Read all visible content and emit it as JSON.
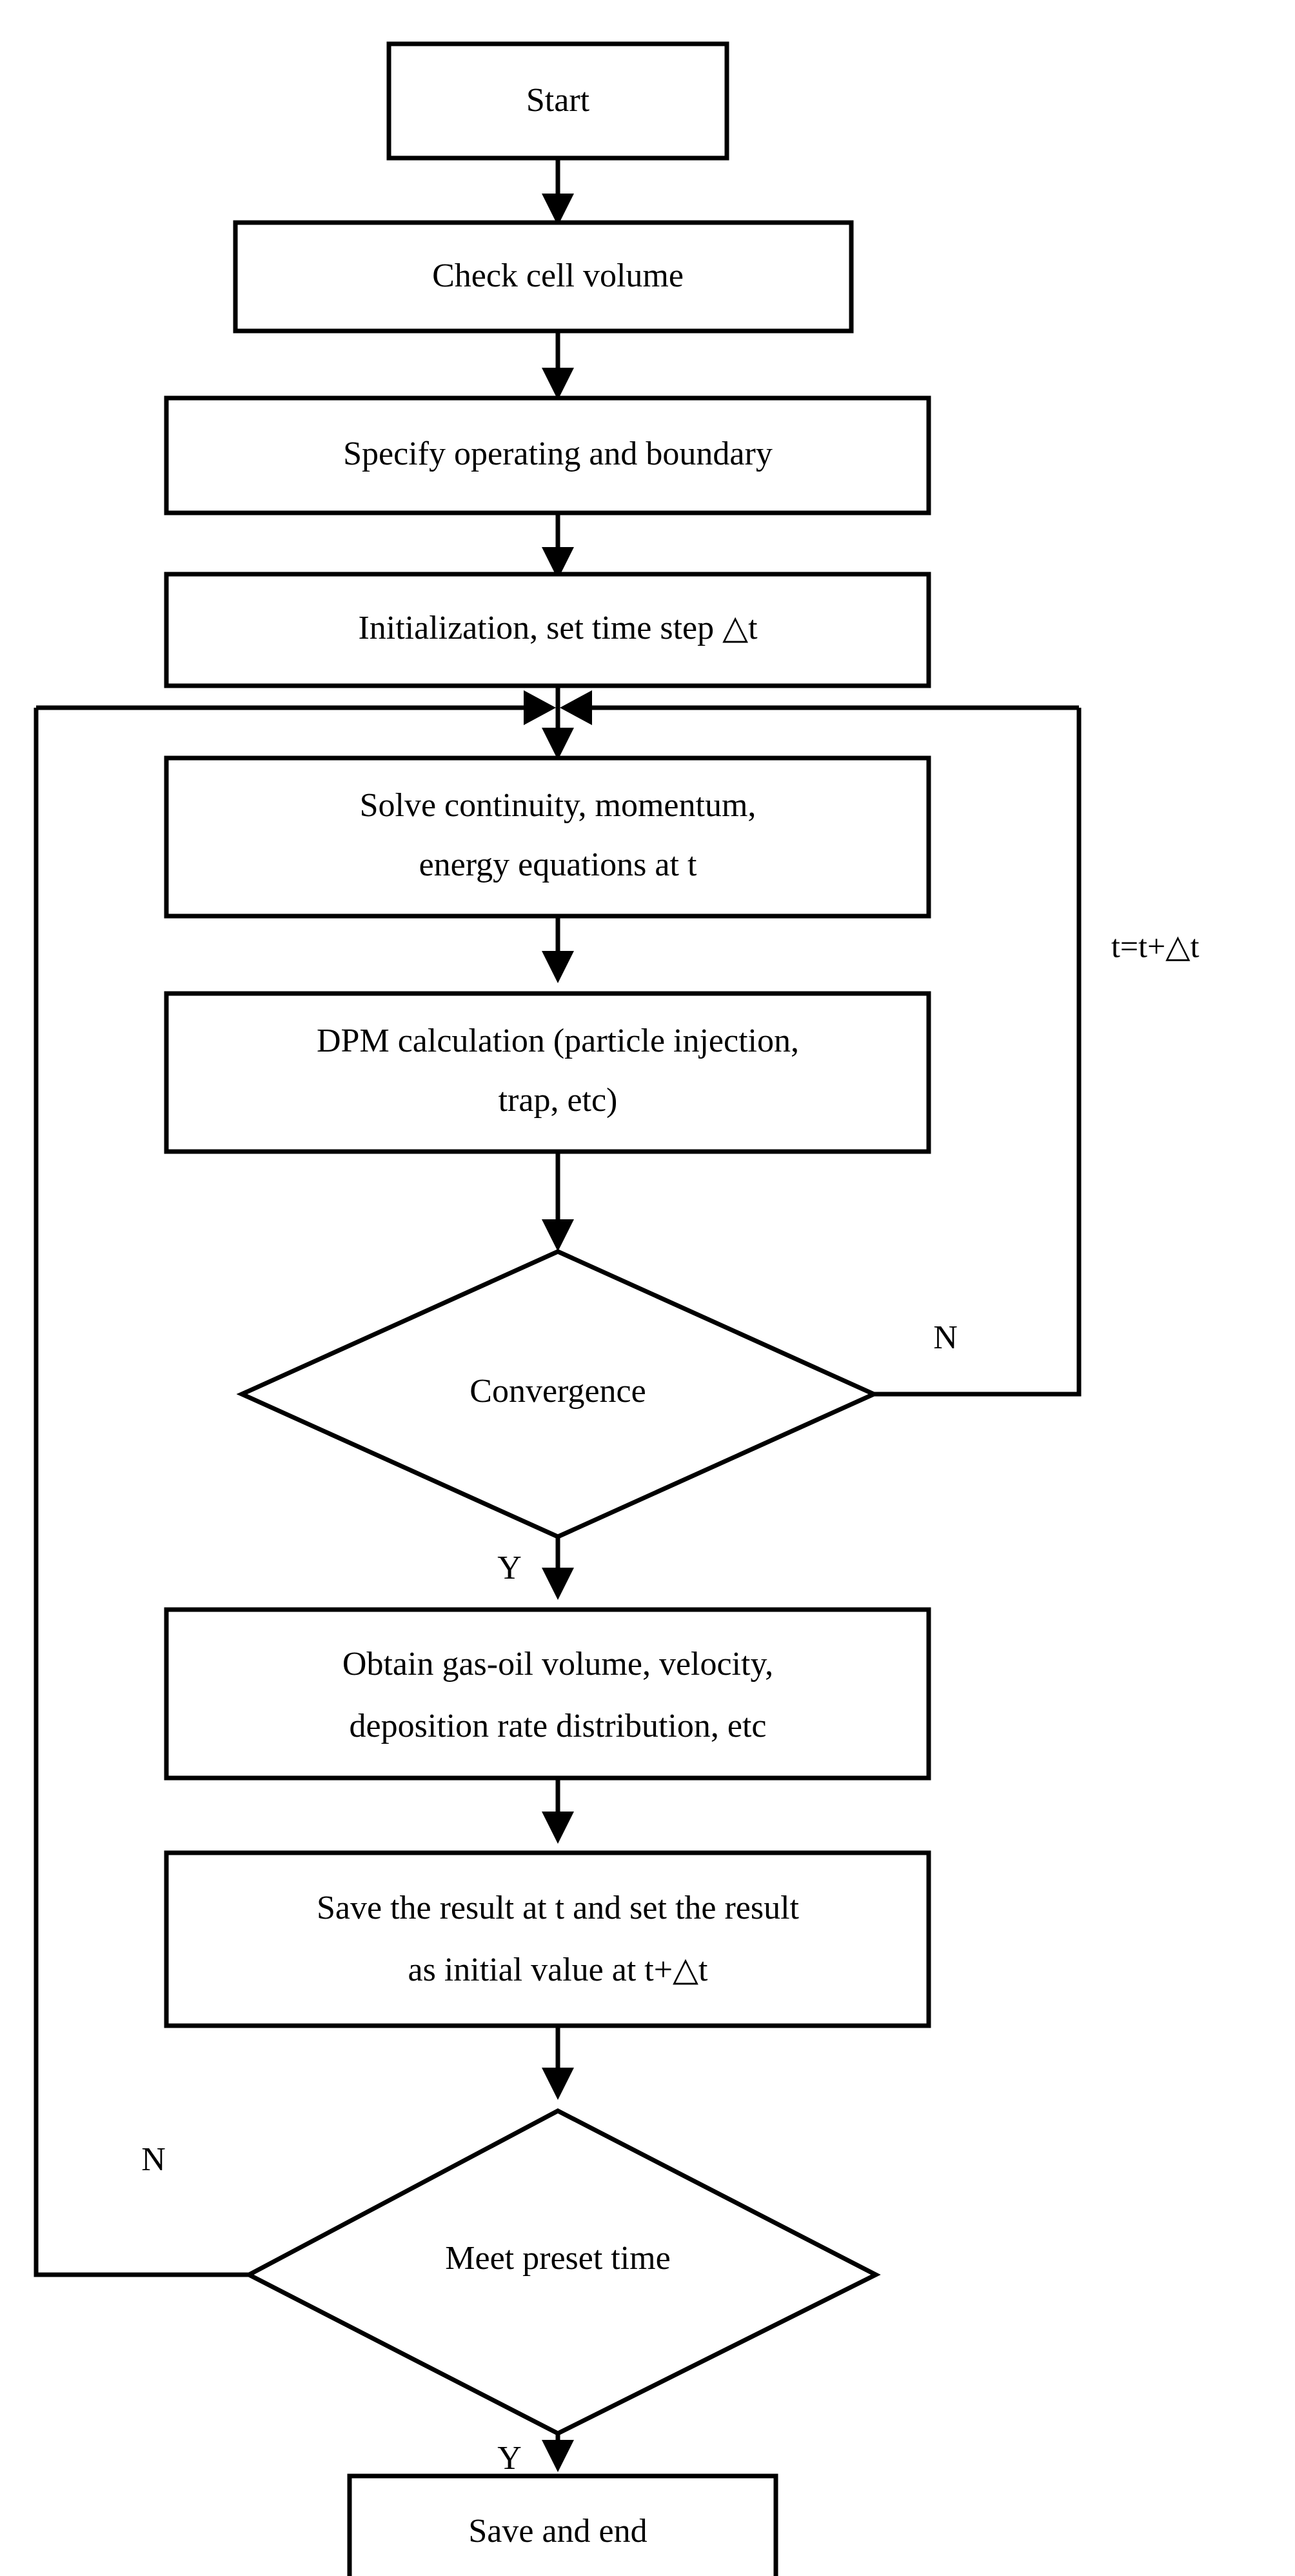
{
  "diagram": {
    "type": "flowchart",
    "title": "CFD DPM transient simulation procedure flowchart",
    "orientation": "top-to-bottom",
    "background_color": "#ffffff",
    "line_color": "#000000",
    "text_color": "#000000"
  },
  "nodes": [
    {
      "id": "start",
      "shape": "rectangle",
      "lines": [
        "Start"
      ],
      "text": "Start"
    },
    {
      "id": "check-cell-volume",
      "shape": "rectangle",
      "lines": [
        "Check cell volume"
      ],
      "text": "Check cell volume"
    },
    {
      "id": "specify-operating",
      "shape": "rectangle",
      "lines": [
        "Specify operating and boundary"
      ],
      "text": "Specify operating and boundary"
    },
    {
      "id": "initialization",
      "shape": "rectangle",
      "lines": [
        "Initialization, set time step △t"
      ],
      "text": "Initialization, set time step △t"
    },
    {
      "id": "solve-equations",
      "shape": "rectangle",
      "lines": [
        "Solve continuity, momentum,",
        "energy equations at t"
      ],
      "text": "Solve continuity, momentum, energy equations at t"
    },
    {
      "id": "dpm-calculation",
      "shape": "rectangle",
      "lines": [
        "DPM calculation (particle injection,",
        "trap, etc)"
      ],
      "text": "DPM calculation (particle injection, trap, etc)"
    },
    {
      "id": "convergence",
      "shape": "diamond",
      "lines": [
        "Convergence"
      ],
      "text": "Convergence"
    },
    {
      "id": "obtain-results",
      "shape": "rectangle",
      "lines": [
        "Obtain gas-oil volume, velocity,",
        "deposition rate distribution, etc"
      ],
      "text": "Obtain gas-oil volume, velocity, deposition rate distribution, etc"
    },
    {
      "id": "save-result",
      "shape": "rectangle",
      "lines": [
        "Save the result at t and set the result",
        "as initial value at t+△t"
      ],
      "text": "Save the result at t and set the result as initial value at t+△t"
    },
    {
      "id": "meet-preset-time",
      "shape": "diamond",
      "lines": [
        "Meet preset time"
      ],
      "text": "Meet preset time"
    },
    {
      "id": "save-and-end",
      "shape": "rectangle",
      "lines": [
        "Save and end"
      ],
      "text": "Save and end"
    }
  ],
  "edge_labels": {
    "convergence_no": "N",
    "convergence_yes": "Y",
    "meet_preset_time_no": "N",
    "meet_preset_time_yes": "Y",
    "time_increment": "t=t+△t"
  },
  "edges": [
    {
      "from": "start",
      "to": "check-cell-volume",
      "label": ""
    },
    {
      "from": "check-cell-volume",
      "to": "specify-operating",
      "label": ""
    },
    {
      "from": "specify-operating",
      "to": "initialization",
      "label": ""
    },
    {
      "from": "initialization",
      "to": "solve-equations",
      "label": ""
    },
    {
      "from": "solve-equations",
      "to": "dpm-calculation",
      "label": ""
    },
    {
      "from": "dpm-calculation",
      "to": "convergence",
      "label": ""
    },
    {
      "from": "convergence",
      "to": "obtain-results",
      "label": "Y"
    },
    {
      "from": "convergence",
      "to": "solve-equations",
      "label": "N"
    },
    {
      "from": "obtain-results",
      "to": "save-result",
      "label": ""
    },
    {
      "from": "save-result",
      "to": "meet-preset-time",
      "label": ""
    },
    {
      "from": "meet-preset-time",
      "to": "save-and-end",
      "label": "Y"
    },
    {
      "from": "meet-preset-time",
      "to": "solve-equations",
      "label": "N",
      "annotation": "t=t+△t"
    }
  ]
}
